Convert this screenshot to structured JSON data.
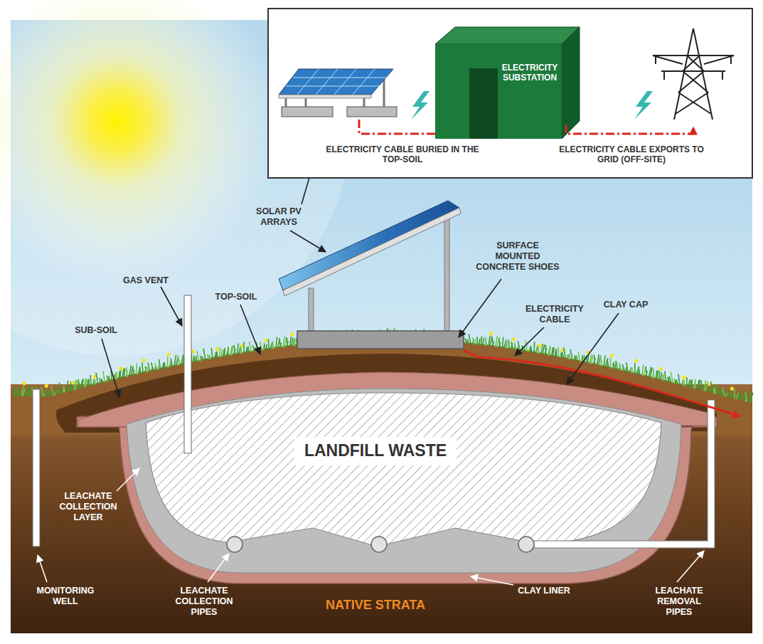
{
  "diagram": {
    "nodes": [
      {
        "text": [
          "ELECTRICITY SUBSTATION"
        ]
      },
      {
        "text": [
          "LANDFILL WASTE"
        ]
      }
    ],
    "labels": [
      "ELECTRICITY CABLE BURIED IN THE TOP-SOIL",
      "ELECTRICITY CABLE EXPORTS TO GRID (OFF-SITE)",
      "SOLAR PV ARRAYS",
      "SURFACE MOUNTED CONCRETE SHOES",
      "GAS VENT",
      "TOP-SOIL",
      "ELECTRICITY CABLE",
      "CLAY CAP",
      "SUB-SOIL",
      "LEACHATE COLLECTION LAYER",
      "MONITORING WELL",
      "LEACHATE COLLECTION PIPES",
      "NATIVE STRATA",
      "CLAY LINER",
      "LEACHATE REMOVAL PIPES"
    ]
  }
}
